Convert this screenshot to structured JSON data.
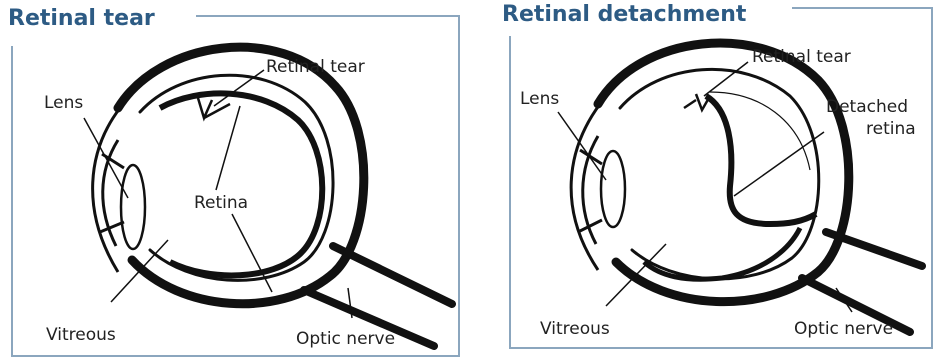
{
  "figures": [
    {
      "title": "Retinal tear",
      "labels": {
        "lens": "Lens",
        "retinal_tear": "Retinal tear",
        "retina": "Retina",
        "vitreous": "Vitreous",
        "optic_nerve": "Optic nerve"
      }
    },
    {
      "title": "Retinal detachment",
      "labels": {
        "lens": "Lens",
        "retinal_tear": "Retinal tear",
        "detached_line1": "Detached",
        "detached_line2": "retina",
        "vitreous": "Vitreous",
        "optic_nerve": "Optic nerve"
      }
    }
  ],
  "colors": {
    "title": "#2d5b84",
    "frame": "#8ba6be",
    "ink": "#111111"
  }
}
